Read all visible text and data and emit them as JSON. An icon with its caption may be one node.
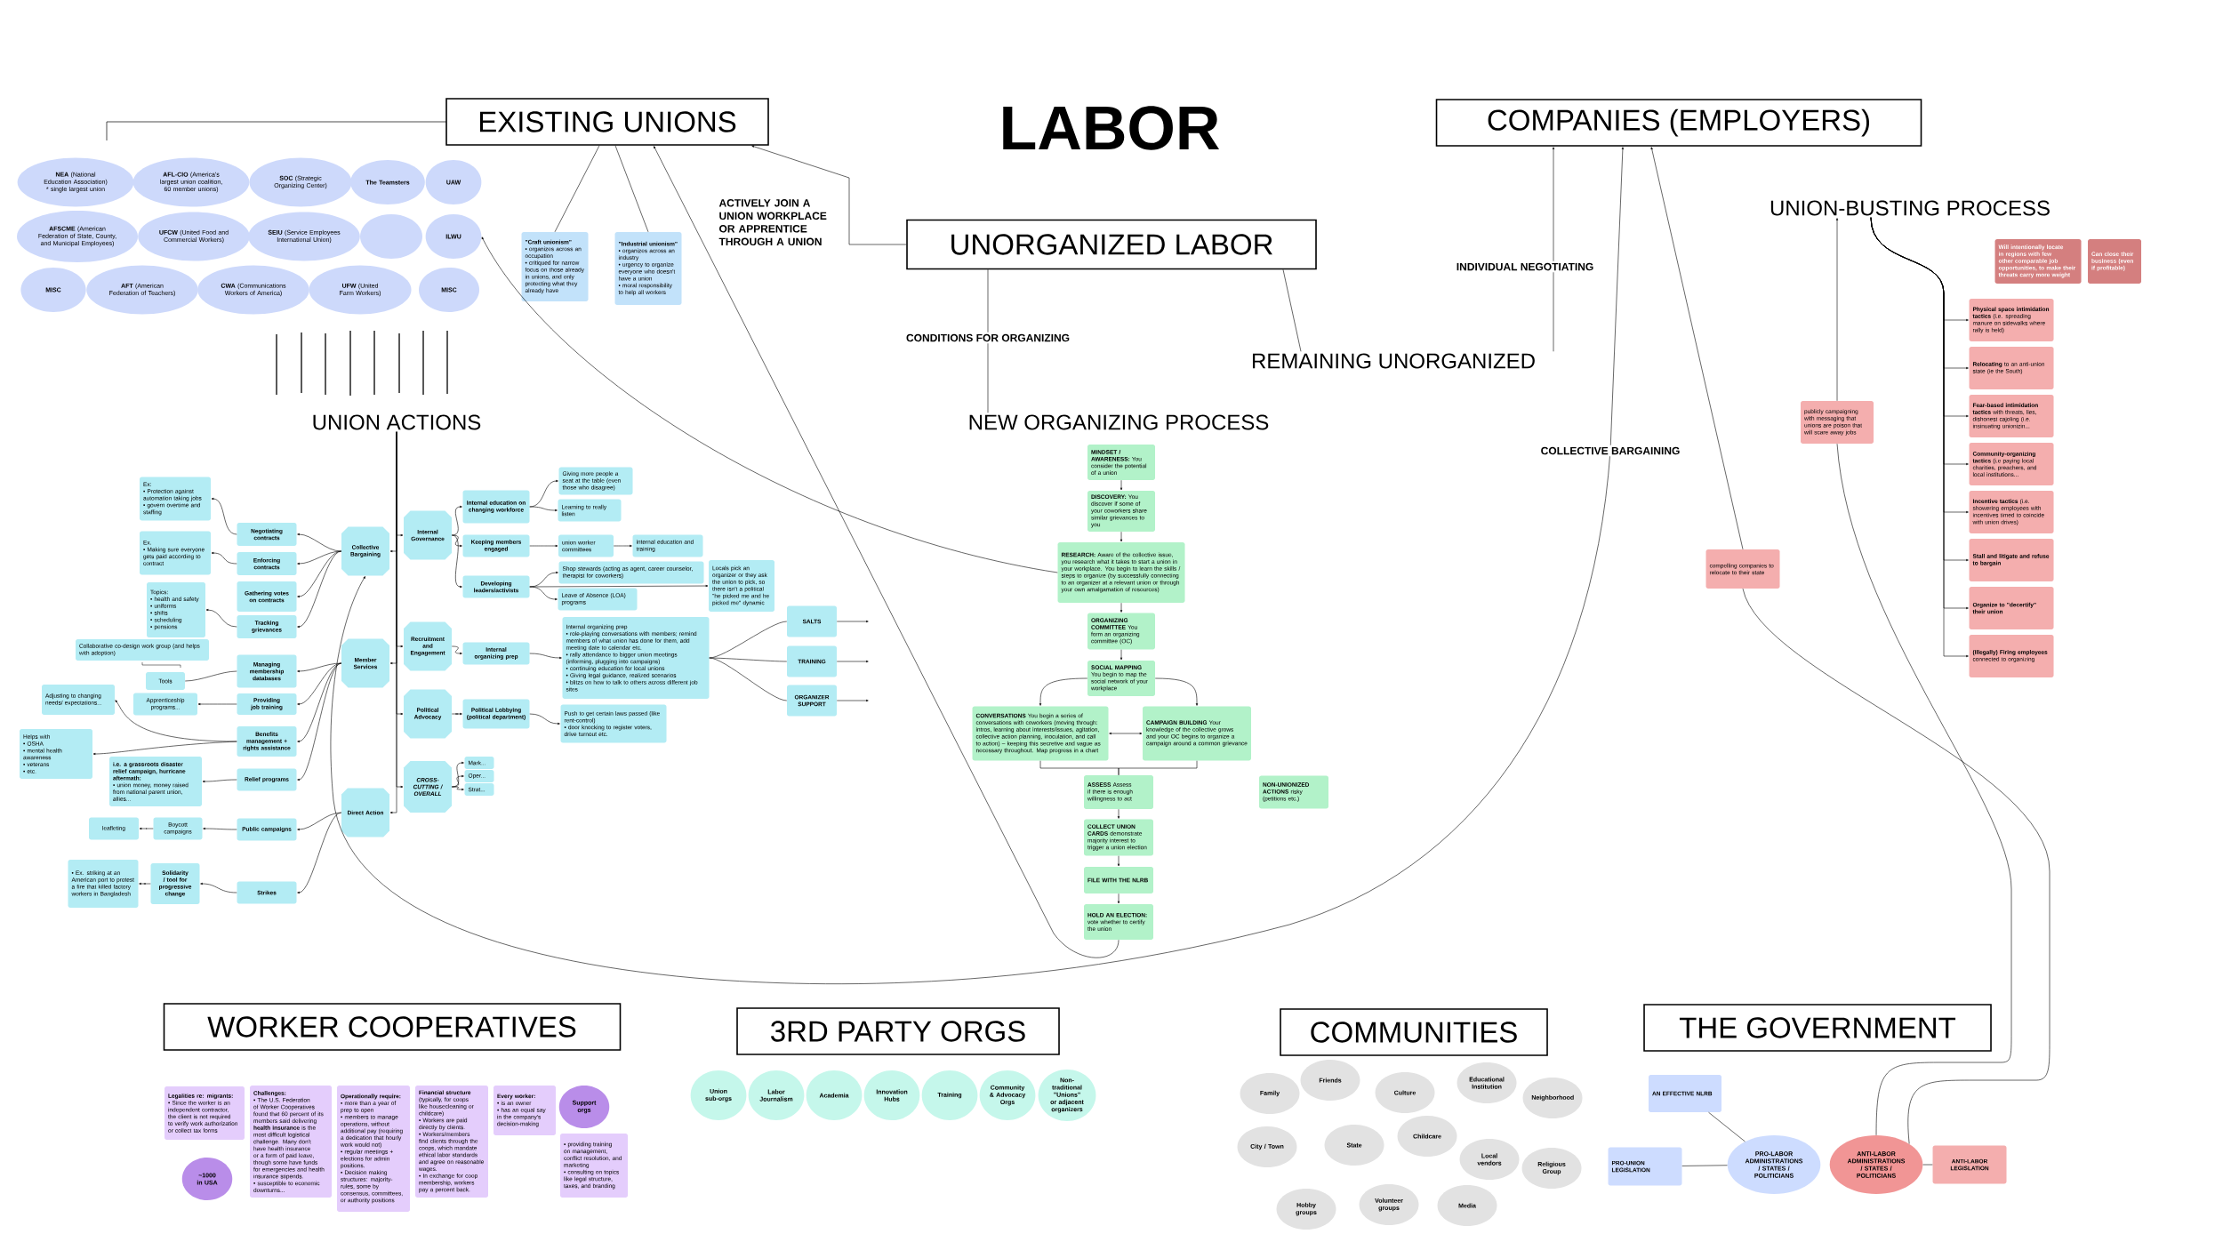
{
  "diagram": {
    "title": "LABOR",
    "nodes": [
      {
        "text": [
          "EXISTING UNIONS"
        ]
      },
      {
        "text": [
          "COMPANIES (EMPLOYERS)"
        ]
      },
      {
        "text": [
          "UNORGANIZED LABOR"
        ]
      },
      {
        "text": [
          "REMAINING UNORGANIZED"
        ]
      },
      {
        "text": [
          "NEW ORGANIZING PROCESS"
        ]
      },
      {
        "text": [
          "UNION-BUSTING PROCESS"
        ]
      },
      {
        "text": [
          "UNION ACTIONS"
        ]
      },
      {
        "text": [
          "**NEA** (National Education Association) * single largest union"
        ]
      },
      {
        "text": [
          "**AFL-CIO** (America's largest union coalition, 60 member unions)"
        ]
      },
      {
        "text": [
          "**UFCW** (United Food and Commercial Workers)"
        ]
      },
      {
        "text": [
          "**AFSCME** (American Federation of State, County, and Municipal Employees)"
        ]
      },
      {
        "text": [
          "**AFT** (American Federation of Teachers)"
        ]
      },
      {
        "text": [
          "MISC"
        ]
      },
      {
        "text": [
          "**SOC** (Strategic Organizing Center)"
        ]
      },
      {
        "text": [
          "**SEIU** (Service Employees International Union)"
        ]
      },
      {
        "text": [
          "**UFW** (United Farm Workers)"
        ]
      },
      {
        "text": [
          "**CWA** (Communications Workers of America)"
        ]
      },
      {
        "text": [
          "The Teamsters"
        ]
      },
      {
        "text": [],
        "shape": "circle"
      },
      {
        "text": [
          "UAW"
        ]
      },
      {
        "text": [
          "ILWU"
        ]
      },
      {
        "text": [
          "MISC"
        ]
      },
      {
        "text": [
          "\"Craft unionism\"",
          "• organizes across an occupation",
          "• critiqued for narrow focus on those already in unions, and only protecting what they already have"
        ]
      },
      {
        "text": [
          "\"Industrial unionism\"",
          "• organizes across an industry",
          "• urgency to organize everyone who doesn't have a union",
          "• moral responsibility to help all workers"
        ]
      },
      {
        "text": [
          "Collective Bargaining"
        ]
      },
      {
        "text": [
          "Member Services"
        ]
      },
      {
        "text": [
          "Direct Action"
        ]
      },
      {
        "text": [
          "Internal Governance"
        ]
      },
      {
        "text": [
          "Recruitment and Engagement"
        ]
      },
      {
        "text": [
          "Political Advocacy"
        ]
      },
      {
        "text": [
          "CROSS-CUTTING / OVERALL"
        ]
      },
      {
        "text": [
          "Negotiating contracts"
        ]
      },
      {
        "text": [
          "Enforcing contracts"
        ]
      },
      {
        "text": [
          "Gathering votes on contracts"
        ]
      },
      {
        "text": [
          "Tracking grievances"
        ]
      },
      {
        "text": [
          "Managing membership databases"
        ]
      },
      {
        "text": [
          "Providing job training"
        ]
      },
      {
        "text": [
          "Benefits management + rights assistance"
        ]
      },
      {
        "text": [
          "Relief programs"
        ]
      },
      {
        "text": [
          "Public campaigns"
        ]
      },
      {
        "text": [
          "Strikes"
        ]
      },
      {
        "text": [
          "Ex:",
          "• Protection against automation taking jobs",
          "• govern overtime and staffing"
        ]
      },
      {
        "text": [
          "Ex.",
          "• Making sure everyone gets paid according to contract"
        ]
      },
      {
        "text": [
          "Topics:",
          "• health and safety",
          "• uniforms",
          "• shifts",
          "• scheduling",
          "• pensions"
        ]
      },
      {
        "text": [
          "Collaborative co-design work group (and helps with adoption)"
        ]
      },
      {
        "text": [
          "Tools"
        ]
      },
      {
        "text": [
          "Adjusting to changing needs/ expectations..."
        ]
      },
      {
        "text": [
          "Apprenticeship programs..."
        ]
      },
      {
        "text": [
          "Helps with",
          "• OSHA",
          "• mental health awareness",
          "• veterans",
          "• etc."
        ]
      },
      {
        "text": [
          "i.e. a grassroots disaster relief campaign, hurricane aftermath:",
          "• union money, money raised from national parent union, allies..."
        ]
      },
      {
        "text": [
          "leafleting"
        ]
      },
      {
        "text": [
          "Boycott campaigns"
        ]
      },
      {
        "text": [
          "• Ex. striking at an American port to protest a fire that killed factory workers in Bangladesh"
        ]
      },
      {
        "text": [
          "Solidarity / tool for progressive change"
        ]
      },
      {
        "text": [
          "Internal education on changing workforce"
        ]
      },
      {
        "text": [
          "Keeping members engaged"
        ]
      },
      {
        "text": [
          "Developing leaders/activists"
        ]
      },
      {
        "text": [
          "Internal organizing prep"
        ]
      },
      {
        "text": [
          "Political Lobbying (political department)"
        ]
      },
      {
        "text": [
          "Mark..."
        ]
      },
      {
        "text": [
          "Oper..."
        ]
      },
      {
        "text": [
          "Strat..."
        ]
      },
      {
        "text": [
          "Giving more people a seat at the table (even those who disagree)"
        ]
      },
      {
        "text": [
          "Learning to really listen"
        ]
      },
      {
        "text": [
          "union worker committees"
        ]
      },
      {
        "text": [
          "internal education and training"
        ]
      },
      {
        "text": [
          "Shop stewards (acting as agent, career counselor, therapist for coworkers)"
        ]
      },
      {
        "text": [
          "Leave of Absence (LOA) programs"
        ]
      },
      {
        "text": [
          "Locals pick an organizer or they ask the union to pick, so there isn't a political \"he picked me and he picked me\" dynamic"
        ]
      },
      {
        "text": [
          "Internal organizing prep",
          "• role-playing conversations with members; remind members of what union has done for them, add meeting date to calendar etc.",
          "• rally attendance to bigger union meetings (informing, plugging into campaigns)",
          "• continuing education for local unions",
          "• Giving legal guidance, realized scenarios",
          "• blitzs on how to talk to others across different job sites"
        ]
      },
      {
        "text": [
          "Push to get certain laws passed (like rent-control)",
          "• door knocking to register voters, drive turnout etc."
        ]
      },
      {
        "text": [
          "SALTS"
        ]
      },
      {
        "text": [
          "TRAINING"
        ]
      },
      {
        "text": [
          "ORGANIZER SUPPORT"
        ]
      },
      {
        "text": [
          "**MINDSET / AWARENESS:** You consider the potential of a union"
        ]
      },
      {
        "text": [
          "**DISCOVERY:** You discover if some of your coworkers share similar grievances to you"
        ]
      },
      {
        "text": [
          "**RESEARCH:** Aware of the collective issue, you research what it takes to start a union in your workplace. You begin to learn the skills / steps to organize (by successfully connecting to an organizer at a relevant union or through your own amalgamation of resources)"
        ]
      },
      {
        "text": [
          "**ORGANIZING COMMITTEE** You form an organizing committee (OC)"
        ]
      },
      {
        "text": [
          "**SOCIAL MAPPING** You begin to map the social network of your workplace"
        ]
      },
      {
        "text": [
          "**CONVERSATIONS** You begin a series of conversations with coworkers (moving through: intros, learning about interests/issues, agitation, collective action planning, inoculation, and call to action) – keeping this secretive and vague as necessary throughout. Map progress in a chart"
        ]
      },
      {
        "text": [
          "**CAMPAIGN BUILDING** Your knowledge of the collective grows and your OC begins to organize a campaign around a common grievance"
        ]
      },
      {
        "text": [
          "**ASSESS** Assess if there is enough willingness to act"
        ]
      },
      {
        "text": [
          "**COLLECT UNION CARDS** demonstrate majority interest to trigger a union election"
        ]
      },
      {
        "text": [
          "FILE WITH THE NLRB"
        ]
      },
      {
        "text": [
          "**HOLD AN ELECTION:** vote whether to certify the union"
        ]
      },
      {
        "text": [
          "**NON-UNIONIZED ACTIONS** risky (petitions etc.)"
        ]
      },
      {
        "text": [
          "Will intentionally locate in regions with few other comparable job opportunities, to make their threats carry more weight"
        ]
      },
      {
        "text": [
          "Can close their business (even if profitable)"
        ]
      },
      {
        "text": [
          "**Physical space intimidation tactics** (i.e. spreading manure on sidewalks where rally is held)"
        ]
      },
      {
        "text": [
          "**Relocating** to an anti-union state (ie the South)"
        ]
      },
      {
        "text": [
          "**Fear-based intimidation tactics** with threats, lies, dishonest cajoling (i.e. insinuating unionizin..."
        ]
      },
      {
        "text": [
          "**Community-organizing tactics** (i.e paying local charities, preachers, and local institutions..."
        ]
      },
      {
        "text": [
          "**Incentive tactics** (i.e. showering employees with incentives timed to coincide with union drives)"
        ]
      },
      {
        "text": [
          "Stall and litigate and refuse to bargain"
        ]
      },
      {
        "text": [
          "Organize to \"decertify\" their union"
        ]
      },
      {
        "text": [
          "**(Illegally) Firing employees** connected to organizing"
        ]
      },
      {
        "text": [
          "publicly campaigning with messaging that unions are poison that will scare away jobs"
        ]
      },
      {
        "text": [
          "compelling companies to relocate to their state"
        ]
      },
      {
        "text": [
          "WORKER COOPERATIVES"
        ]
      },
      {
        "text": [
          "3RD PARTY ORGS"
        ]
      },
      {
        "text": [
          "COMMUNITIES"
        ]
      },
      {
        "text": [
          "THE GOVERNMENT"
        ]
      },
      {
        "text": [
          "Legalities re: migrants:",
          "• Since the worker is an independent contractor, the client is not required to verify work authorization or collect tax forms"
        ]
      },
      {
        "text": [
          "Challenges:",
          "• The U.S. Federation of Worker Cooperatives found that 60 percent of its members said delivering **health insurance** is the most difficult logistical challenge. Many don't have health insurance or a form of paid leave, though some have funds for emergencies and health insurance stipends.",
          "• susceptible to economic downturns..."
        ]
      },
      {
        "text": [
          "Operationally require:",
          "• more than a year of prep to open",
          "• members to manage operations, without additional pay (requiring a dedication that hourly work would not)",
          "• regular meetings + elections for admin positions.",
          "• Decision making structures: majority-rules, some by consensus, committees, or authority positions"
        ]
      },
      {
        "text": [
          "**Financial structure** (typically, for coops like housecleaning or childcare)",
          "• Workers are paid directly by clients.",
          "• Workers/members find clients through the coops, which mandate ethical labor standards and agree on reasonable wages.",
          "• In exchange for coop membership, workers pay a percent back."
        ]
      },
      {
        "text": [
          "Every worker:",
          "• is an owner",
          "• has an equal say in the company's decision-making"
        ]
      },
      {
        "text": [
          "~1000 in USA"
        ]
      },
      {
        "text": [
          "Support orgs"
        ]
      },
      {
        "text": [
          "• providing training on management, conflict resolution, and marketing",
          "• consulting on topics like legal structure, taxes, and branding"
        ]
      },
      {
        "text": [
          "Union sub-orgs"
        ]
      },
      {
        "text": [
          "Labor Journalism"
        ]
      },
      {
        "text": [
          "Academia"
        ]
      },
      {
        "text": [
          "Innovation Hubs"
        ]
      },
      {
        "text": [
          "Training"
        ]
      },
      {
        "text": [
          "Community & Advocacy Orgs"
        ]
      },
      {
        "text": [
          "Non-traditional \"Unions\" or adjacent organizers"
        ]
      },
      {
        "text": [
          "Family"
        ]
      },
      {
        "text": [
          "Friends"
        ]
      },
      {
        "text": [
          "Culture"
        ]
      },
      {
        "text": [
          "Educational Institution"
        ]
      },
      {
        "text": [
          "Neighborhood"
        ]
      },
      {
        "text": [
          "City / Town"
        ]
      },
      {
        "text": [
          "State"
        ]
      },
      {
        "text": [
          "Childcare"
        ]
      },
      {
        "text": [
          "Local vendors"
        ]
      },
      {
        "text": [
          "Religious Group"
        ]
      },
      {
        "text": [
          "Hobby groups"
        ]
      },
      {
        "text": [
          "Volunteer groups"
        ]
      },
      {
        "text": [
          "Media"
        ]
      },
      {
        "text": [
          "AN EFFECTIVE NLRB"
        ]
      },
      {
        "text": [
          "PRO-UNION LEGISLATION"
        ]
      },
      {
        "text": [
          "PRO-LABOR ADMINISTRATIONS / STATES / POLITICIANS"
        ]
      },
      {
        "text": [
          "ANTI-LABOR ADMINISTRATIONS / STATES / POLITICIANS"
        ]
      },
      {
        "text": [
          "ANTI-LABOR LEGISLATION"
        ]
      }
    ],
    "edges": [
      {
        "from": 2,
        "to": 0,
        "arrow": "to",
        "label": "ACTIVELY JOIN A UNION WORKPLACE OR APPRENTICE THROUGH A UNION"
      },
      {
        "from": 2,
        "to": 4,
        "arrow": "none",
        "label": "CONDITIONS FOR ORGANIZING"
      },
      {
        "from": 2,
        "to": 3,
        "arrow": "none"
      },
      {
        "from": 3,
        "to": 1,
        "arrow": "to",
        "label": "INDIVIDUAL NEGOTIATING"
      },
      {
        "from": 0,
        "to": 22,
        "arrow": "none"
      },
      {
        "from": 0,
        "to": 23,
        "arrow": "none"
      },
      {
        "from": 76,
        "to": 20,
        "arrow": "to"
      },
      {
        "from": 84,
        "to": 0,
        "arrow": "to"
      },
      {
        "from": 1,
        "to": 24,
        "arrow": "both",
        "label": "COLLECTIVE BARGAINING"
      },
      {
        "from": 6,
        "to": 24,
        "arrow": "to"
      },
      {
        "from": 6,
        "to": 25,
        "arrow": "to"
      },
      {
        "from": 6,
        "to": 26,
        "arrow": "to"
      },
      {
        "from": 6,
        "to": 27,
        "arrow": "to"
      },
      {
        "from": 6,
        "to": 28,
        "arrow": "to"
      },
      {
        "from": 6,
        "to": 29,
        "arrow": "to"
      },
      {
        "from": 6,
        "to": 30,
        "arrow": "to"
      },
      {
        "from": 24,
        "to": 31,
        "arrow": "to"
      },
      {
        "from": 24,
        "to": 32,
        "arrow": "to"
      },
      {
        "from": 24,
        "to": 33,
        "arrow": "to"
      },
      {
        "from": 24,
        "to": 34,
        "arrow": "to"
      },
      {
        "from": 25,
        "to": 35,
        "arrow": "to"
      },
      {
        "from": 25,
        "to": 36,
        "arrow": "to"
      },
      {
        "from": 25,
        "to": 37,
        "arrow": "to"
      },
      {
        "from": 25,
        "to": 38,
        "arrow": "to"
      },
      {
        "from": 26,
        "to": 39,
        "arrow": "to"
      },
      {
        "from": 26,
        "to": 40,
        "arrow": "to"
      },
      {
        "from": 31,
        "to": 41,
        "arrow": "to"
      },
      {
        "from": 32,
        "to": 42,
        "arrow": "to"
      },
      {
        "from": 34,
        "to": 43,
        "arrow": "to"
      },
      {
        "from": 35,
        "to": 45,
        "arrow": "none"
      },
      {
        "from": 36,
        "to": 47,
        "arrow": "to"
      },
      {
        "from": 37,
        "to": 46,
        "arrow": "to"
      },
      {
        "from": 37,
        "to": 48,
        "arrow": "to"
      },
      {
        "from": 38,
        "to": 49,
        "arrow": "to"
      },
      {
        "from": 39,
        "to": 51,
        "arrow": "to"
      },
      {
        "from": 51,
        "to": 50,
        "arrow": "to"
      },
      {
        "from": 40,
        "to": 53,
        "arrow": "to"
      },
      {
        "from": 53,
        "to": 52,
        "arrow": "to"
      },
      {
        "from": 27,
        "to": 54,
        "arrow": "to"
      },
      {
        "from": 27,
        "to": 55,
        "arrow": "to"
      },
      {
        "from": 27,
        "to": 56,
        "arrow": "to"
      },
      {
        "from": 28,
        "to": 57,
        "arrow": "to"
      },
      {
        "from": 29,
        "to": 58,
        "arrow": "to"
      },
      {
        "from": 30,
        "to": 59,
        "arrow": "to"
      },
      {
        "from": 30,
        "to": 60,
        "arrow": "to"
      },
      {
        "from": 30,
        "to": 61,
        "arrow": "to"
      },
      {
        "from": 54,
        "to": 62,
        "arrow": "to"
      },
      {
        "from": 54,
        "to": 63,
        "arrow": "to"
      },
      {
        "from": 55,
        "to": 64,
        "arrow": "to"
      },
      {
        "from": 64,
        "to": 65,
        "arrow": "to"
      },
      {
        "from": 56,
        "to": 66,
        "arrow": "to"
      },
      {
        "from": 56,
        "to": 67,
        "arrow": "to"
      },
      {
        "from": 56,
        "to": 68,
        "arrow": "to"
      },
      {
        "from": 57,
        "to": 69,
        "arrow": "to"
      },
      {
        "from": 58,
        "to": 70,
        "arrow": "to"
      },
      {
        "from": 69,
        "to": 71,
        "arrow": "none"
      },
      {
        "from": 69,
        "to": 72,
        "arrow": "none"
      },
      {
        "from": 69,
        "to": 73,
        "arrow": "none"
      },
      {
        "from": 71,
        "to": null,
        "arrow": "to"
      },
      {
        "from": 72,
        "to": null,
        "arrow": "to"
      },
      {
        "from": 73,
        "to": null,
        "arrow": "to"
      },
      {
        "from": 74,
        "to": 75,
        "arrow": "to"
      },
      {
        "from": 75,
        "to": 76,
        "arrow": "to"
      },
      {
        "from": 76,
        "to": 77,
        "arrow": "to"
      },
      {
        "from": 77,
        "to": 78,
        "arrow": "to"
      },
      {
        "from": 78,
        "to": 79,
        "arrow": "to"
      },
      {
        "from": 78,
        "to": 80,
        "arrow": "to"
      },
      {
        "from": 79,
        "to": 80,
        "arrow": "both"
      },
      {
        "from": 79,
        "to": 81,
        "arrow": "none"
      },
      {
        "from": 80,
        "to": 81,
        "arrow": "none"
      },
      {
        "from": 81,
        "to": 82,
        "arrow": "to"
      },
      {
        "from": 82,
        "to": 83,
        "arrow": "to"
      },
      {
        "from": 83,
        "to": 84,
        "arrow": "to"
      },
      {
        "from": 5,
        "to": 88,
        "arrow": "to"
      },
      {
        "from": 5,
        "to": 89,
        "arrow": "to"
      },
      {
        "from": 5,
        "to": 90,
        "arrow": "to"
      },
      {
        "from": 5,
        "to": 91,
        "arrow": "to"
      },
      {
        "from": 5,
        "to": 92,
        "arrow": "to"
      },
      {
        "from": 5,
        "to": 93,
        "arrow": "to"
      },
      {
        "from": 5,
        "to": 94,
        "arrow": "to"
      },
      {
        "from": 5,
        "to": 95,
        "arrow": "to"
      },
      {
        "from": 133,
        "to": 96,
        "arrow": "none"
      },
      {
        "from": 96,
        "to": 5,
        "arrow": "to"
      },
      {
        "from": 133,
        "to": 97,
        "arrow": "none"
      },
      {
        "from": 97,
        "to": 1,
        "arrow": "to"
      },
      {
        "from": 130,
        "to": 132,
        "arrow": "none"
      },
      {
        "from": 131,
        "to": 132,
        "arrow": "none"
      },
      {
        "from": 133,
        "to": 134,
        "arrow": "none"
      }
    ]
  }
}
